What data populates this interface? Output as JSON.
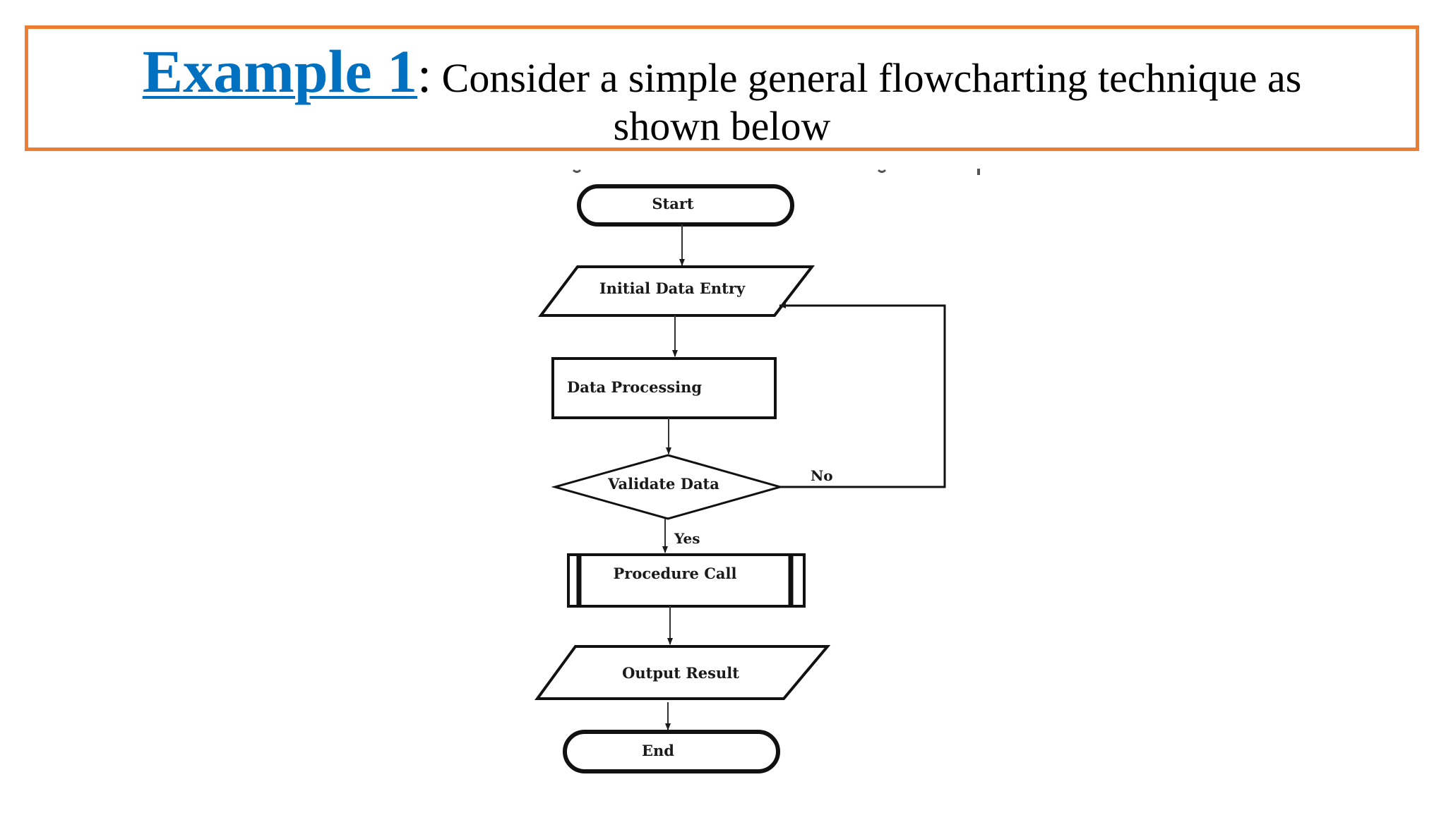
{
  "title": {
    "example_label": "Example 1",
    "colon": ":",
    "line1_text": " Consider a simple general flowcharting technique as",
    "line2_text": "shown below"
  },
  "flowchart": {
    "nodes": {
      "start": "Start",
      "initial_data_entry": "Initial Data Entry",
      "data_processing": "Data Processing",
      "validate_data": "Validate Data",
      "procedure_call": "Procedure Call",
      "output_result": "Output Result",
      "end": "End"
    },
    "edges": {
      "no": "No",
      "yes": "Yes"
    }
  },
  "colors": {
    "border_accent": "#ED7D31",
    "link_blue": "#0070C0"
  }
}
